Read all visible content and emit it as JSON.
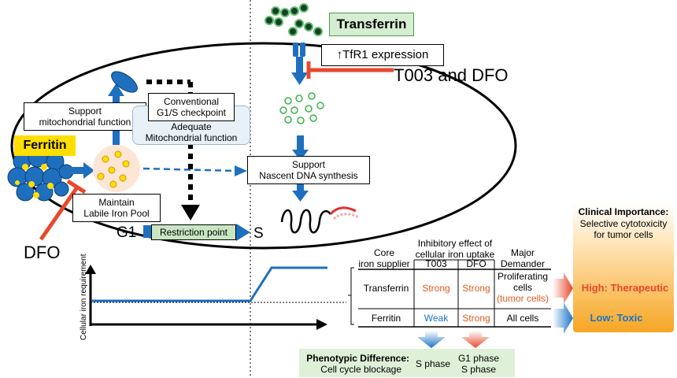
{
  "labels": {
    "transferrin_box": "Transferrin",
    "tfr1": "↑TfR1 expression",
    "t003_dfo": "T003 and DFO",
    "ferritin_box": "Ferritin",
    "support_mito": [
      "Support",
      "mitochondrial function"
    ],
    "conventional": [
      "Conventional",
      "G1/S checkpoint"
    ],
    "adequate_mito": [
      "Adequate",
      "Mitochondrial function"
    ],
    "support_dna": [
      "Support",
      "Nascent DNA synthesis"
    ],
    "maintain_lip": [
      "Maintain",
      "Labile Iron Pool"
    ],
    "g1": "G1",
    "restriction": "Restriction point",
    "s": "S",
    "dfo_left": "DFO",
    "y_axis": "Cellular iron requirement"
  },
  "table": {
    "col_core": [
      "Core",
      "iron supplier"
    ],
    "col_inhib": [
      "Inhibitory effect of",
      "cellular iron uptake"
    ],
    "col_t003": "T003",
    "col_dfo": "DFO",
    "col_major": [
      "Major",
      "Demander"
    ],
    "rows": [
      {
        "supplier": "Transferrin",
        "t003": "Strong",
        "dfo": "Strong",
        "demander": [
          "Proliferating",
          "cells",
          "(tumor cells)"
        ]
      },
      {
        "supplier": "Ferritin",
        "t003": "Weak",
        "dfo": "Strong",
        "demander": [
          "All cells"
        ]
      }
    ]
  },
  "clinical": {
    "title": "Clinical Importance:",
    "subtitle": [
      "Selective cytotoxicity",
      "for tumor cells"
    ],
    "high": "High: Therapeutic",
    "low": "Low: Toxic"
  },
  "phenotype": {
    "title": "Phenotypic Difference:",
    "subtitle": "Cell cycle blockage",
    "s_phase": "S phase",
    "g1_phase": "G1 phase",
    "s_phase2": "S phase"
  },
  "colors": {
    "blue": "#1f6fbf",
    "red": "#e8482c",
    "green_label": "#c9e6c2",
    "yellow": "#ffde00",
    "strong": "#e05a1c",
    "weak": "#1a73c8",
    "high": "#e8482c",
    "low": "#1a73c8"
  }
}
